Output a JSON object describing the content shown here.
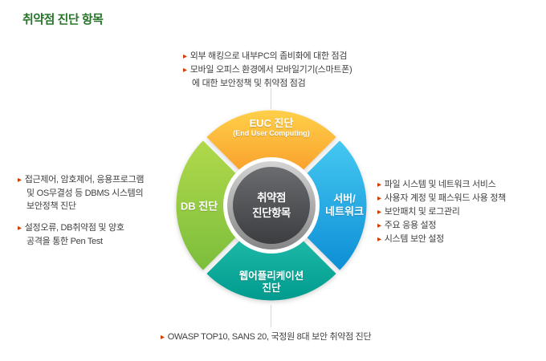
{
  "bullet": "▸",
  "title": "취약점 진단 항목",
  "colors": {
    "title_green": "#27742a",
    "bullet_orange": "#d33c00",
    "sector_euc_orange": "#f6921e",
    "sector_server_blue": "#1a9ad7",
    "sector_web_teal": "#00a99d",
    "sector_db_green": "#8dc63f",
    "center_dark": "#4a4b4d"
  },
  "diagram": {
    "center_line1": "취약점",
    "center_line2": "진단항목",
    "euc_label": "EUC 진단",
    "euc_sublabel": "(End User Computing)",
    "server_line1": "서버/",
    "server_line2": "네트워크",
    "web_line1": "웹어플리케이션",
    "web_line2": "진단",
    "db_label": "DB 진단"
  },
  "notes": {
    "top": {
      "item1": "외부 해킹으로 내부PC의 좀비화에 대한 점검",
      "item2_line1": "모바일 오피스 환경에서 모바일기기(스마트폰)",
      "item2_line2": "에 대한 보안정책 및 취약점 점검"
    },
    "left": {
      "item1_line1": "접근제어, 암호제어, 응용프로그램",
      "item1_line2": "및 OS무결성 등 DBMS 시스템의",
      "item1_line3": "보안정책 진단",
      "item2_line1": "설정오류, DB취약점 및 양호",
      "item2_line2": "공격을 통한 Pen Test"
    },
    "right": {
      "item1": "파일 시스템 및 네트워크 서비스",
      "item2": "사용자 계정 및 패스워드 사용 정책",
      "item3": "보안패치 및 로그관리",
      "item4": "주요 응용 설정",
      "item5": "시스템 보안 설정"
    },
    "bottom": {
      "item1": "OWASP TOP10, SANS 20, 국정원 8대 보안 취약점 진단"
    }
  }
}
